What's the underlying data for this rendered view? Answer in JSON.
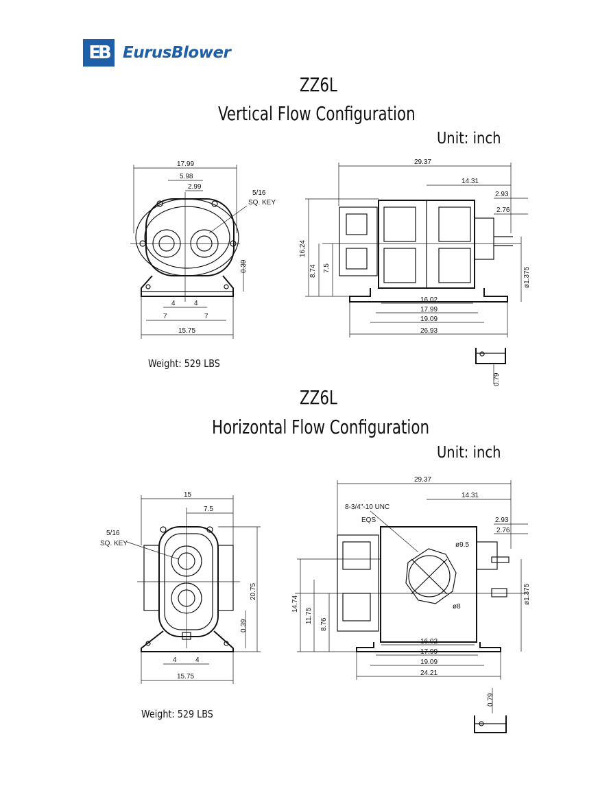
{
  "brand": {
    "mark": "EB",
    "name": "EurusBlower"
  },
  "sections": [
    {
      "model": "ZZ6L",
      "configuration": "Vertical Flow Configuration",
      "unit": "Unit: inch",
      "weight": "Weight: 529 LBS",
      "front_dims": {
        "overall_width": "17.99",
        "w1": "5.98",
        "w2": "2.99",
        "key": "5/16",
        "key2": "SQ. KEY",
        "h1": "0.39",
        "f1": "4",
        "f2": "4",
        "f3": "7",
        "f4": "7",
        "base": "15.75"
      },
      "side_dims": {
        "overall_length": "29.37",
        "l1": "14.31",
        "l2": "2.93",
        "l3": "2.76",
        "h_total": "16.24",
        "h2": "8.74",
        "h3": "7.5",
        "shaft": "ø1.375",
        "b1": "16.02",
        "b2": "17.99",
        "b3": "19.09",
        "b4": "26.93",
        "foot": "0.79"
      }
    },
    {
      "model": "ZZ6L",
      "configuration": "Horizontal Flow Configuration",
      "unit": "Unit: inch",
      "weight": "Weight: 529 LBS",
      "front_dims": {
        "overall_width": "15",
        "w1": "7.5",
        "key": "5/16",
        "key2": "SQ. KEY",
        "height": "20.75",
        "h1": "0.39",
        "f1": "4",
        "f2": "4",
        "base": "15.75"
      },
      "side_dims": {
        "overall_length": "29.37",
        "l1": "14.31",
        "l2": "2.93",
        "l3": "2.76",
        "thread": "8-3/4\"-10 UNC",
        "thread2": "EQS",
        "d1": "ø9.5",
        "d2": "ø8",
        "h_total": "14.74",
        "h2": "11.75",
        "h3": "8.76",
        "shaft": "ø1.375",
        "b1": "16.02",
        "b2": "17.99",
        "b3": "19.09",
        "b4": "24.21",
        "foot": "0.79"
      }
    }
  ]
}
